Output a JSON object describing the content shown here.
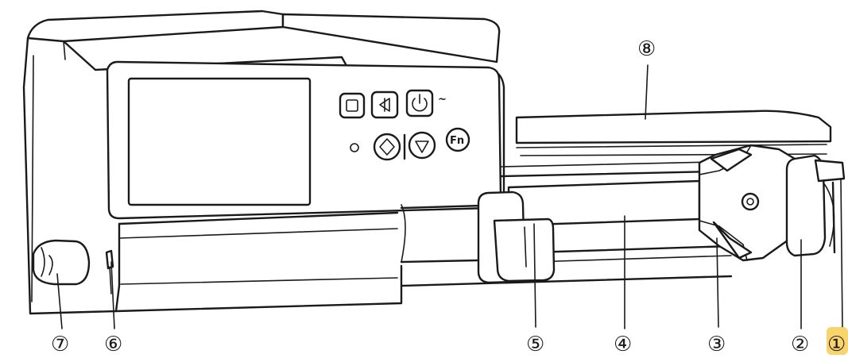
{
  "diagram": {
    "callouts": [
      {
        "id": "c1",
        "label": "①",
        "highlighted": true
      },
      {
        "id": "c2",
        "label": "②"
      },
      {
        "id": "c3",
        "label": "③"
      },
      {
        "id": "c4",
        "label": "④"
      },
      {
        "id": "c5",
        "label": "⑤"
      },
      {
        "id": "c6",
        "label": "⑥"
      },
      {
        "id": "c7",
        "label": "⑦"
      },
      {
        "id": "c8",
        "label": "⑧"
      }
    ],
    "panel": {
      "fn_label": "Fn",
      "ac_symbol": "~"
    },
    "colors": {
      "line": "#1a1a1a",
      "background": "#ffffff",
      "highlight": "#f7c948"
    }
  }
}
